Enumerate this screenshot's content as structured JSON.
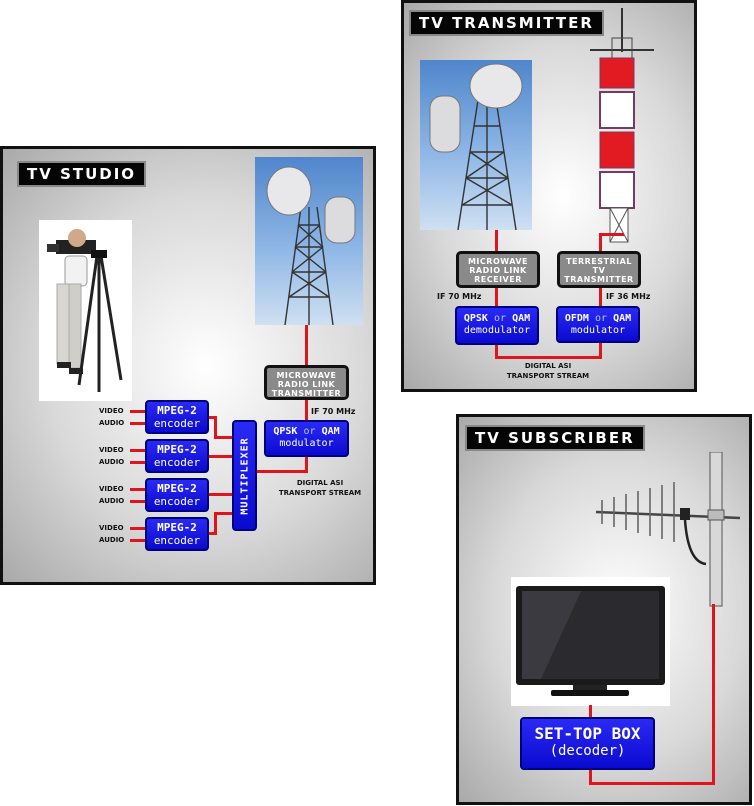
{
  "studio": {
    "title": "TV STUDIO",
    "input_labels": [
      {
        "video": "VIDEO",
        "audio": "AUDIO"
      },
      {
        "video": "VIDEO",
        "audio": "AUDIO"
      },
      {
        "video": "VIDEO",
        "audio": "AUDIO"
      },
      {
        "video": "VIDEO",
        "audio": "AUDIO"
      }
    ],
    "encoders": [
      {
        "line1": "MPEG-2",
        "line2": "encoder"
      },
      {
        "line1": "MPEG-2",
        "line2": "encoder"
      },
      {
        "line1": "MPEG-2",
        "line2": "encoder"
      },
      {
        "line1": "MPEG-2",
        "line2": "encoder"
      }
    ],
    "multiplexer": "MULTIPLEXER",
    "modulator": {
      "a": "QPSK",
      "or": "or",
      "b": "QAM",
      "line2": "modulator"
    },
    "transmitter": {
      "l1": "MICROWAVE",
      "l2": "RADIO LINK",
      "l3": "TRANSMITTER"
    },
    "if_label": "IF 70 MHz",
    "stream_l1": "DIGITAL ASI",
    "stream_l2": "TRANSPORT STREAM"
  },
  "transmitter": {
    "title": "TV TRANSMITTER",
    "receiver": {
      "l1": "MICROWAVE",
      "l2": "RADIO LINK",
      "l3": "RECEIVER"
    },
    "terrestrial": {
      "l1": "TERRESTRIAL",
      "l2": "TV",
      "l3": "TRANSMITTER"
    },
    "if_left": "IF 70 MHz",
    "if_right": "IF 36 MHz",
    "demod": {
      "a": "QPSK",
      "or": "or",
      "b": "QAM",
      "line2": "demodulator"
    },
    "ofdm": {
      "a": "OFDM",
      "or": "or",
      "b": "QAM",
      "line2": "modulator"
    },
    "stream_l1": "DIGITAL ASI",
    "stream_l2": "TRANSPORT STREAM"
  },
  "subscriber": {
    "title": "TV SUBSCRIBER",
    "settop_l1": "SET-TOP BOX",
    "settop_l2": "(decoder)"
  },
  "colors": {
    "wire": "#e0141c",
    "box_blue": "#1515e6",
    "box_gray": "#8a8a8a"
  }
}
